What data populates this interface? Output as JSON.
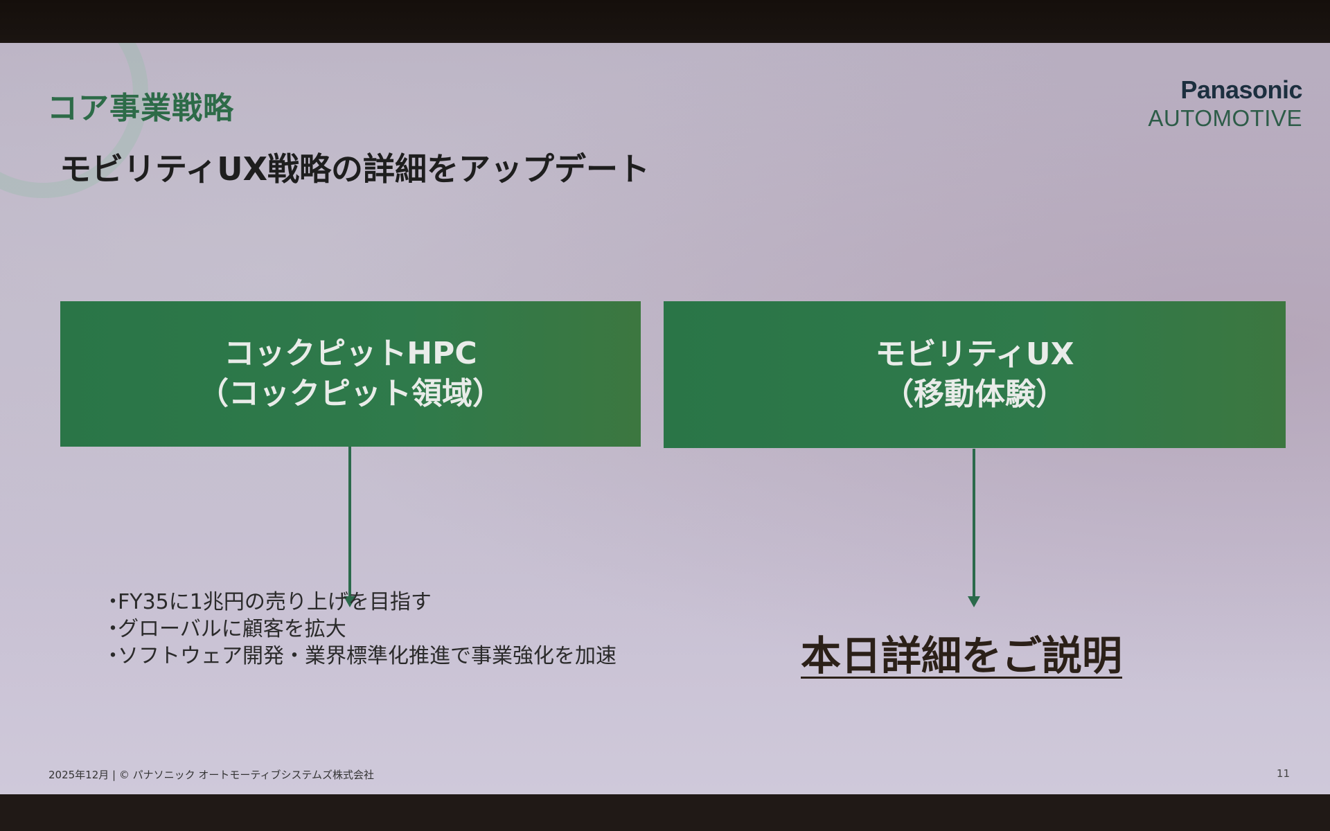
{
  "slide": {
    "section_title": "コア事業戦略",
    "headline": "モビリティUX戦略の詳細をアップデート",
    "logo": {
      "name": "Panasonic",
      "sub": "AUTOMOTIVE"
    },
    "left_box": {
      "line1": "コックピットHPC",
      "line2": "（コックピット領域）"
    },
    "right_box": {
      "line1": "モビリティUX",
      "line2": "（移動体験）"
    },
    "left_bullets": [
      "FY35に1兆円の売り上げを目指す",
      "グローバルに顧客を拡大",
      "ソフトウェア開発・業界標準化推進で事業強化を加速"
    ],
    "right_callout": "本日詳細をご説明",
    "footer": "2025年12月 | © パナソニック オートモーティブシステムズ株式会社",
    "page_number": "11"
  },
  "colors": {
    "box_green": "#2f7a4b",
    "title_green": "#2d6b48",
    "arrow_green": "#2b6a4b"
  }
}
